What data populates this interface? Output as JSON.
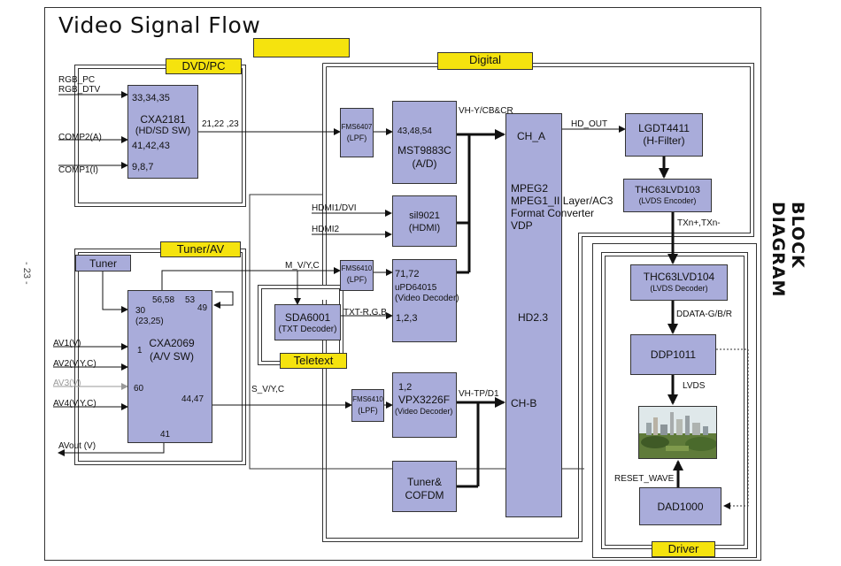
{
  "title": "Video Signal Flow",
  "side_title": "BLOCK DIAGRAM",
  "page_number": "- 23 -",
  "sections": {
    "dvd_pc": "DVD/PC",
    "digital": "Digital",
    "tuner_av": "Tuner/AV",
    "teletext": "Teletext",
    "driver": "Driver"
  },
  "inputs": {
    "rgb_pc": "RGB_PC",
    "rgb_dtv": "RGB_DTV",
    "comp2": "COMP2(A)",
    "comp1": "COMP1(I)",
    "av1": "AV1(V)",
    "av2": "AV2(V,Y,C)",
    "av3": "AV3(V)",
    "av4": "AV4(V,Y,C)",
    "avout": "AVout (V)",
    "hdmi1": "HDMI1/DVI",
    "hdmi2": "HDMI2"
  },
  "blocks": {
    "cxa2181": {
      "name": "CXA2181",
      "sub": "(HD/SD SW)",
      "pins_a": "33,34,35",
      "pins_b": "41,42,43",
      "pins_c": "9,8,7",
      "pins_out": "21,22 ,23"
    },
    "fms6407": {
      "name": "FMS6407",
      "sub": "(LPF)"
    },
    "mst9883c": {
      "name": "MST9883C",
      "sub": "(A/D)",
      "pins": "43,48,54"
    },
    "sil9021": {
      "name": "sil9021",
      "sub": "(HDMI)"
    },
    "upd64015": {
      "name": "uPD64015",
      "sub": "(Video Decoder)",
      "pins_a": "71,72",
      "pins_b": "1,2,3"
    },
    "fms6410a": {
      "name": "FMS6410",
      "sub": "(LPF)"
    },
    "fms6410b": {
      "name": "FMS6410",
      "sub": "(LPF)"
    },
    "sda6001": {
      "name": "SDA6001",
      "sub": "(TXT Decoder)"
    },
    "vpx3226f": {
      "name": "VPX3226F",
      "sub": "(Video Decoder)",
      "pins": "1,2"
    },
    "tuner_cofdm": {
      "name": "Tuner&",
      "sub": "COFDM"
    },
    "tuner": {
      "name": "Tuner"
    },
    "cxa2069": {
      "name": "CXA2069",
      "sub": "(A/V SW)",
      "pins_top": "56,58",
      "pin_53": "53",
      "pin_49": "49",
      "pin_30": "30",
      "pin_2325": "(23,25)",
      "pin_1": "1",
      "pin_60": "60",
      "pin_4447": "44,47",
      "pin_41": "41"
    },
    "mpeg": {
      "ch_a": "CH_A",
      "l1": "MPEG2",
      "l2": "MPEG1_II Layer/AC3",
      "l3": "Format Converter",
      "l4": "VDP",
      "hd": "HD2.3",
      "ch_b": "CH-B"
    },
    "lgdt4411": {
      "name": "LGDT4411",
      "sub": "(H-Filter)"
    },
    "thc103": {
      "name": "THC63LVD103",
      "sub": "(LVDS Encoder)"
    },
    "thc104": {
      "name": "THC63LVD104",
      "sub": "(LVDS Decoder)"
    },
    "ddp1011": {
      "name": "DDP1011"
    },
    "dad1000": {
      "name": "DAD1000"
    }
  },
  "signals": {
    "vh_y": "VH-Y/CB&CR",
    "hd_out": "HD_OUT",
    "txn": "TXn+,TXn-",
    "m_v": "M_V/Y,C",
    "txt_rgb": "TXT-R,G,B",
    "s_v": "S_V/Y,C",
    "vh_tp": "VH-TP/D1",
    "ddata": "DDATA-G/B/R",
    "lvds": "LVDS",
    "reset": "RESET_WAVE"
  }
}
